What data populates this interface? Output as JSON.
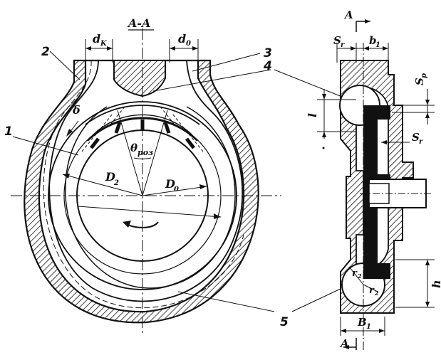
{
  "section_title": "A-A",
  "labels": {
    "dk": "d",
    "dk_sub": "K",
    "d0": "d",
    "d0_sub": "0",
    "delta": "δ",
    "theta": "θ",
    "theta_sub": "роз",
    "D2": "D",
    "D2_sub": "2",
    "D0": "D",
    "D0_sub": "0",
    "A_top": "A",
    "A_bottom": "A",
    "Sr_top": "S",
    "Sr_top_sub": "r",
    "b1": "b",
    "b1_sub": "1",
    "Sp": "S",
    "Sp_sub": "p",
    "Sr_mid": "S",
    "Sr_mid_sub": "r",
    "l": "l",
    "h": "h",
    "B1": "B",
    "B1_sub": "1",
    "r2a": "r",
    "r2a_sub": "2",
    "r2b": "r",
    "r2b_sub": "2"
  },
  "part_numbers": {
    "p1": "1",
    "p2": "2",
    "p3": "3",
    "p4": "4",
    "p5": "5"
  },
  "colors": {
    "ink": "#111111",
    "paper": "#ffffff"
  }
}
